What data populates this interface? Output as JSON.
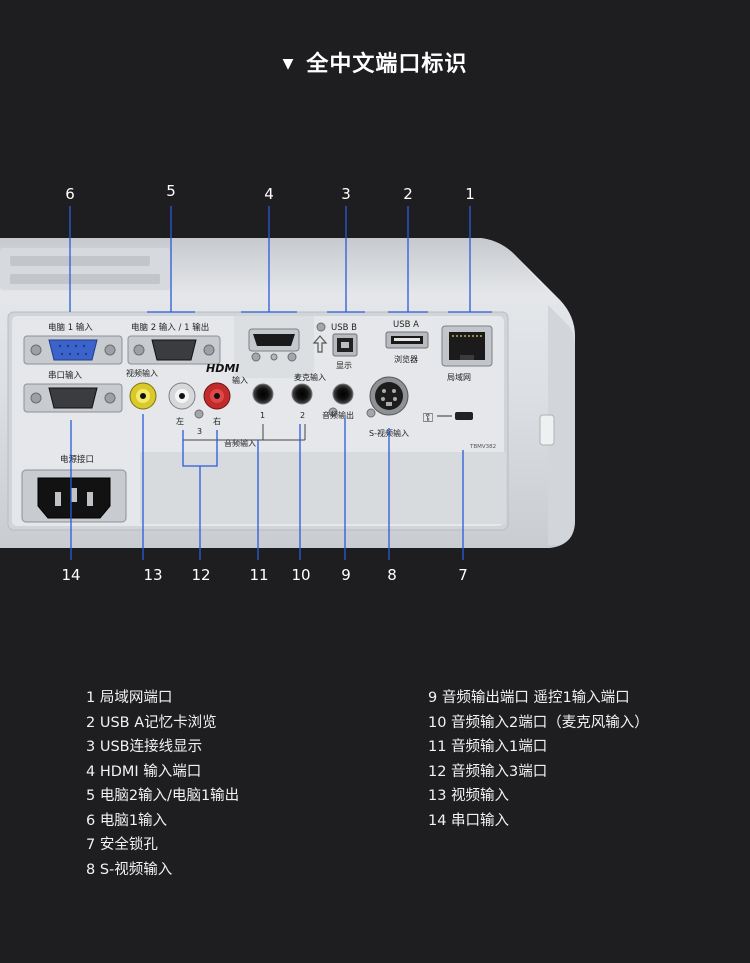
{
  "header": {
    "marker_icon": "triangle-down-icon",
    "title": "全中文端口标识"
  },
  "callout_numbers": {
    "top": [
      "6",
      "5",
      "4",
      "3",
      "2",
      "1"
    ],
    "bottom": [
      "14",
      "13",
      "12",
      "11",
      "10",
      "9",
      "8",
      "7"
    ]
  },
  "panel_labels": {
    "pc1_in": "电脑 1 输入",
    "pc2_in_out": "电脑 2 输入 / 1 输出",
    "hdmi_logo": "HDMI",
    "hdmi_in": "输入",
    "usb_b": "USB B",
    "usb_b_sub": "显示",
    "usb_a": "USB A",
    "usb_a_sub": "浏览器",
    "lan": "局域网",
    "serial_in": "串口输入",
    "video_in": "视频输入",
    "left": "左",
    "three": "3",
    "right": "右",
    "one": "1",
    "mic_in": "麦克输入",
    "two": "2",
    "audio_in": "音频输入",
    "audio_out": "音频输出",
    "svideo_in": "S-视频输入",
    "power": "电源接口",
    "model": "TBMV382"
  },
  "legend": {
    "left": [
      "1 局域网端口",
      "2 USB A记忆卡浏览",
      "3 USB连接线显示",
      "4 HDMI 输入端口",
      "5 电脑2输入/电脑1输出",
      "6 电脑1输入",
      "7 安全锁孔",
      "8 S-视频输入"
    ],
    "right": [
      "9 音频输出端口 遥控1输入端口",
      "10 音频输入2端口（麦克风输入）",
      "11 音频输入1端口",
      "12 音频输入3端口",
      "13 视频输入",
      "14 串口输入"
    ]
  },
  "colors": {
    "background": "#1e1e20",
    "callout_line": "#2a5bd8",
    "panel": "#e6e8ea"
  }
}
